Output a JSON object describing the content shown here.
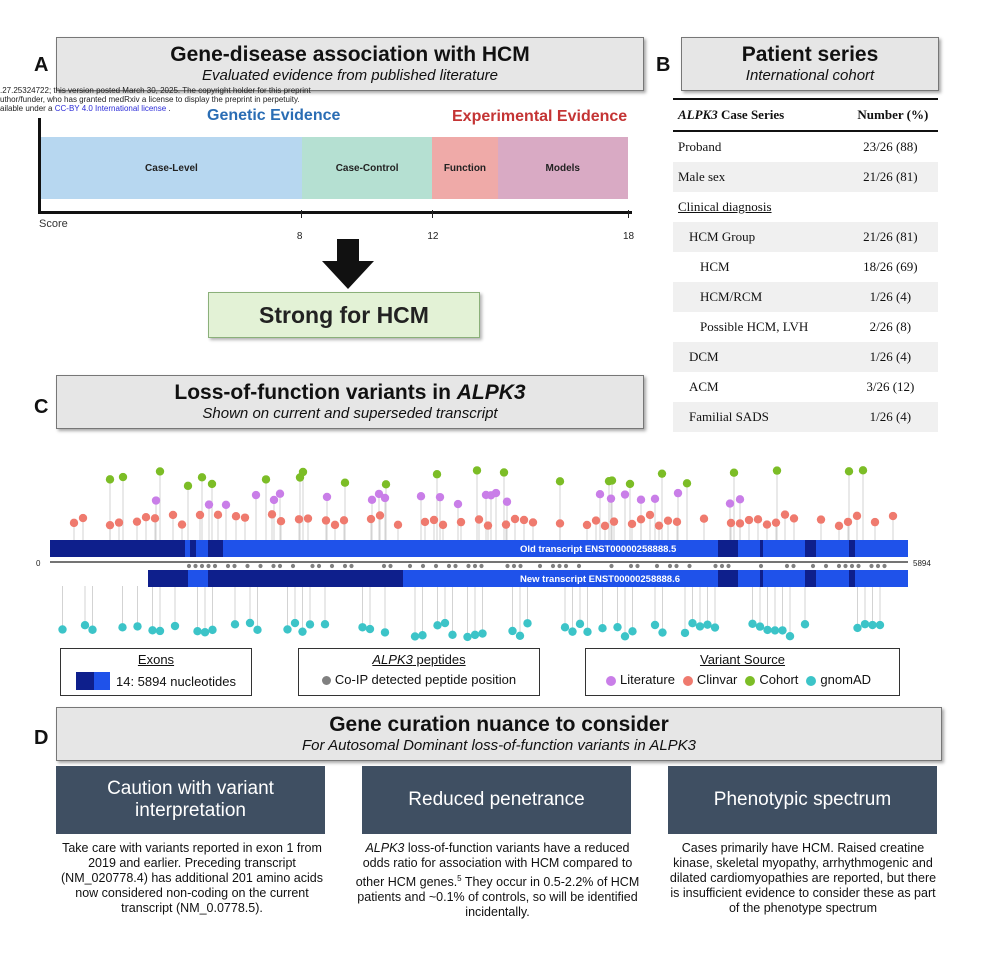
{
  "panels": {
    "a": "A",
    "b": "B",
    "c": "C",
    "d": "D"
  },
  "panel_a": {
    "title": "Gene-disease association with HCM",
    "subtitle": "Evaluated evidence from published literature",
    "watermark": {
      "line1": ".27.25324722; this version posted March 30, 2025. The copyright holder for this preprint",
      "line2": "uthor/funder, who has granted medRxiv a license to display the preprint in perpetuity.",
      "line3_pre": "ailable under a ",
      "line3_link": "CC-BY 4.0 International license",
      "line3_post": " ."
    },
    "genetic_label": "Genetic Evidence",
    "experimental_label": "Experimental Evidence",
    "score_label": "Score",
    "segments": [
      {
        "label": "Case-Level",
        "from": 0,
        "to": 8,
        "color": "#b7d7f0"
      },
      {
        "label": "Case-Control",
        "from": 8,
        "to": 12,
        "color": "#b5e0d2"
      },
      {
        "label": "Function",
        "from": 12,
        "to": 14,
        "color": "#efaaa8"
      },
      {
        "label": "Models",
        "from": 14,
        "to": 18,
        "color": "#d9aac4"
      }
    ],
    "ticks": [
      "8",
      "12",
      "18"
    ],
    "tick_values": [
      8,
      12,
      18
    ],
    "score_max": 18,
    "verdict": "Strong for HCM",
    "colors": {
      "genetic": "#2a6db4",
      "experimental": "#c43434",
      "verdict_bg": "#e3f2d6",
      "verdict_border": "#8bb07a"
    }
  },
  "panel_b": {
    "title": "Patient series",
    "subtitle": "International cohort",
    "col1_gene": "ALPK3",
    "col1_rest": " Case Series",
    "col2": "Number (%)",
    "rows": [
      {
        "label": "Proband",
        "value": "23/26 (88)",
        "indent": 0
      },
      {
        "label": "Male sex",
        "value": "21/26 (81)",
        "indent": 0
      },
      {
        "label": "Clinical diagnosis",
        "value": "",
        "indent": 0,
        "underline": true
      },
      {
        "label": "HCM Group",
        "value": "21/26 (81)",
        "indent": 1
      },
      {
        "label": "HCM",
        "value": "18/26 (69)",
        "indent": 2
      },
      {
        "label": "HCM/RCM",
        "value": "1/26 (4)",
        "indent": 2
      },
      {
        "label": "Possible HCM, LVH",
        "value": "2/26 (8)",
        "indent": 2
      },
      {
        "label": "DCM",
        "value": "1/26 (4)",
        "indent": 1
      },
      {
        "label": "ACM",
        "value": "3/26 (12)",
        "indent": 1
      },
      {
        "label": "Familial SADS",
        "value": "1/26 (4)",
        "indent": 1
      }
    ]
  },
  "panel_c": {
    "title_pre": "Loss-of-function variants in ",
    "title_gene": "ALPK3",
    "subtitle": "Shown on current and superseded transcript",
    "old_transcript": "Old transcript ENST00000258888.5",
    "new_transcript": "New transcript ENST00000258888.6",
    "axis_start": "0",
    "axis_end": "5894",
    "legend_exons_title": "Exons",
    "legend_exons_text": "14: 5894 nucleotides",
    "legend_peptides_gene": "ALPK3",
    "legend_peptides_rest": " peptides",
    "legend_peptides_text": "Co-IP detected peptide position",
    "legend_source_title": "Variant Source",
    "sources": [
      {
        "label": "Literature",
        "color": "#c97ee8"
      },
      {
        "label": "Clinvar",
        "color": "#ef7a6e"
      },
      {
        "label": "Cohort",
        "color": "#7cbd26"
      },
      {
        "label": "gnomAD",
        "color": "#3cc4c8"
      }
    ],
    "colors": {
      "exon_dark": "#0e1f8c",
      "exon_light": "#1f52ea",
      "peptide": "#808080"
    }
  },
  "panel_d": {
    "title": "Gene curation nuance to consider",
    "subtitle": "For Autosomal Dominant loss-of-function variants in ALPK3",
    "cards": [
      {
        "title": "Caution with variant interpretation",
        "text": "Take care with variants reported in exon 1 from 2019 and earlier. Preceding transcript (NM_020778.4) has additional 201 amino acids now considered non-coding on the current transcript (NM_0.0778.5)."
      },
      {
        "title": "Reduced penetrance",
        "text_gene": "ALPK3",
        "text_a": " loss-of-function variants have a reduced odds ratio for association with HCM compared to other HCM genes.",
        "text_sup": "5",
        "text_b": " They occur in 0.5-2.2% of HCM patients and ~0.1% of controls, so will be identified incidentally."
      },
      {
        "title": "Phenotypic spectrum",
        "text": "Cases primarily have HCM. Raised creatine kinase, skeletal myopathy, arrhythmogenic and dilated cardiomyopathies are reported, but there is insufficient evidence to consider these as part of the phenotype spectrum"
      }
    ],
    "card_color": "#3f4f62"
  }
}
